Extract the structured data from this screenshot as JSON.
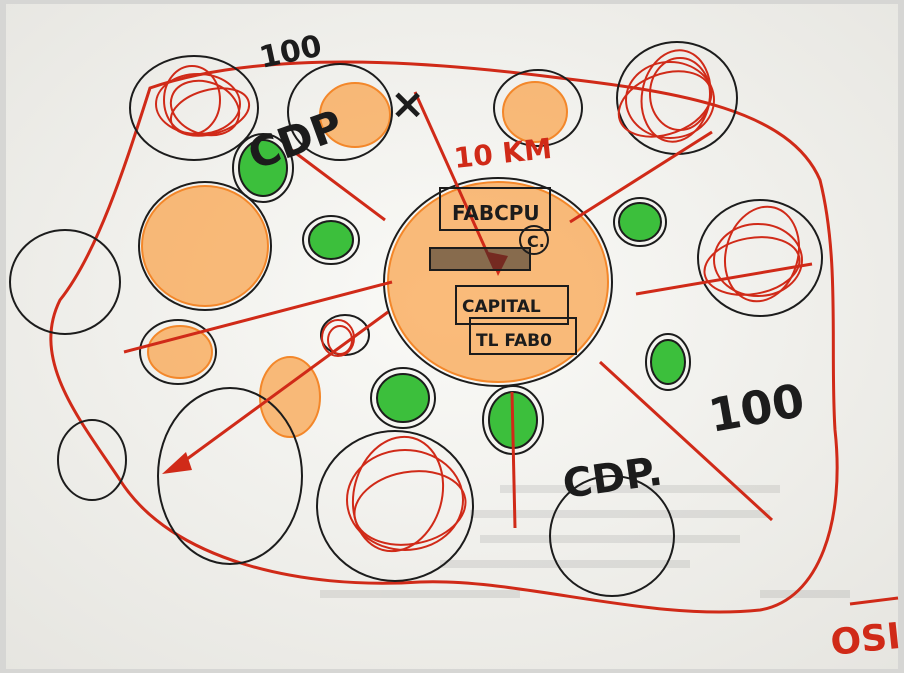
{
  "photo": {
    "paper_color": "#f3f2ee",
    "frame_color": "#cfcfcf",
    "ink_colors": {
      "red": "#d02a18",
      "dark_red": "#b31d10",
      "black": "#1c1c1c",
      "orange": "#f9a24a",
      "green": "#3cbf3c"
    }
  },
  "annotations": {
    "hundred_top": "100",
    "cdp_top": "CDP",
    "mark_top": "×",
    "distance": "10 KM",
    "hundred_right": "100",
    "cdp_bottom": "CDP.",
    "osi": "OSI"
  },
  "center_card": {
    "line1": "FABCPU",
    "line2": "C.",
    "line3": "CAPITAL",
    "line4": "TL FAB0"
  }
}
